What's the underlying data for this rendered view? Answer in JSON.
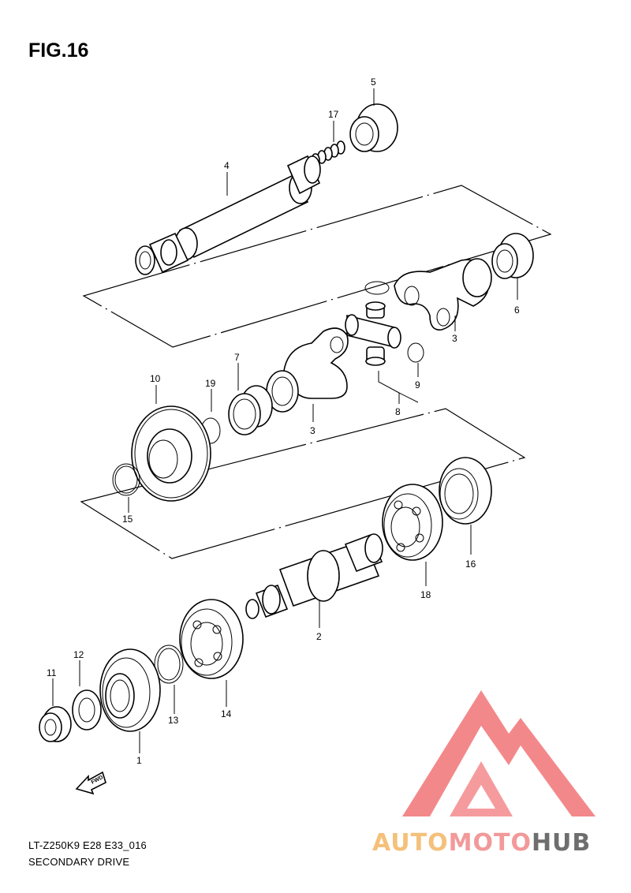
{
  "figure": {
    "title": "FIG.16",
    "caption_code": "LT-Z250K9 E28 E33_016",
    "caption_name": "SECONDARY DRIVE",
    "fwd_label": "FWD"
  },
  "callouts": [
    "5",
    "17",
    "4",
    "6",
    "3",
    "3",
    "9",
    "8",
    "10",
    "19",
    "7",
    "15",
    "16",
    "18",
    "2",
    "12",
    "11",
    "14",
    "13",
    "1"
  ],
  "watermark": {
    "part1": "AUTO",
    "part2": "MOTO",
    "part3": "HUB",
    "colors": {
      "auto": "#F5C07A",
      "moto": "#F2999A",
      "hub": "#6E6E6E",
      "triangle": "#F27C7F"
    }
  }
}
